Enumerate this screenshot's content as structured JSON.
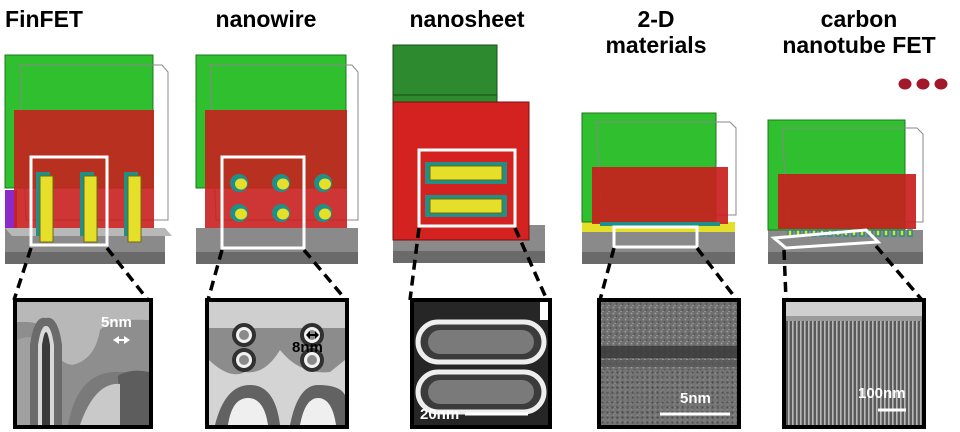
{
  "columns": [
    {
      "id": "finfet",
      "title_lines": [
        "FinFET"
      ],
      "scale_label": "5nm"
    },
    {
      "id": "nanowire",
      "title_lines": [
        "nanowire"
      ],
      "scale_label": "8nm"
    },
    {
      "id": "nanosheet",
      "title_lines": [
        "nanosheet"
      ],
      "scale_label": "20nm"
    },
    {
      "id": "2d-materials",
      "title_lines": [
        "2-D",
        "materials"
      ],
      "scale_label": "5nm"
    },
    {
      "id": "cnt-fet",
      "title_lines": [
        "carbon",
        "nanotube FET"
      ],
      "scale_label": "100nm"
    }
  ],
  "colors": {
    "gate_metal": "#22b222",
    "gate_metal_dark": "#1e6e1e",
    "gate_oxide": "#c8201e",
    "channel": "#e6df2a",
    "spacer": "#1f8f8a",
    "substrate": "#8a8a8a",
    "ellipsis": "#a3172a"
  }
}
